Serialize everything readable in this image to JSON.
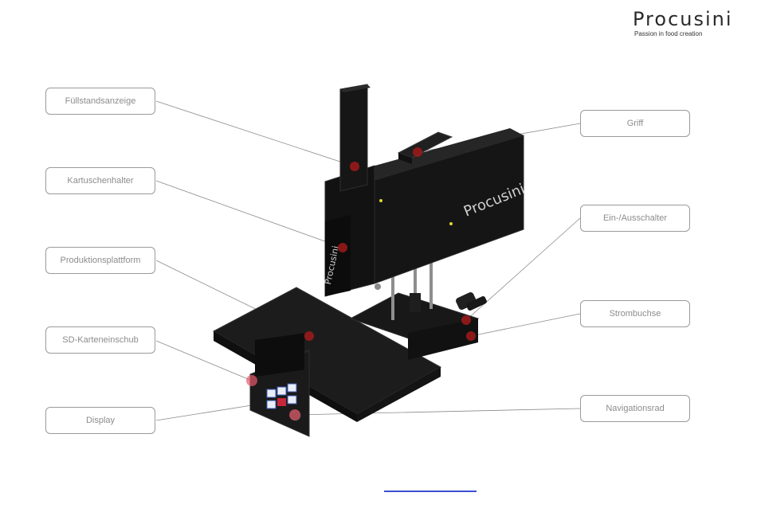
{
  "logo": {
    "text": "Procusini",
    "tagline": "Passion in food creation"
  },
  "labels": {
    "fuellstand": "Füllstandsanzeige",
    "kartusche": "Kartuschenhalter",
    "plattform": "Produktionsplattform",
    "sd": "SD-Karteneinschub",
    "display": "Display",
    "griff": "Griff",
    "schalter": "Ein-/Ausschalter",
    "strom": "Strombuchse",
    "navi": "Navigationsrad"
  },
  "colors": {
    "marker": "#a11a1a",
    "label_border": "#9a9a9a",
    "label_text": "#8c8c8c",
    "link_line": "#3a4fd1"
  }
}
